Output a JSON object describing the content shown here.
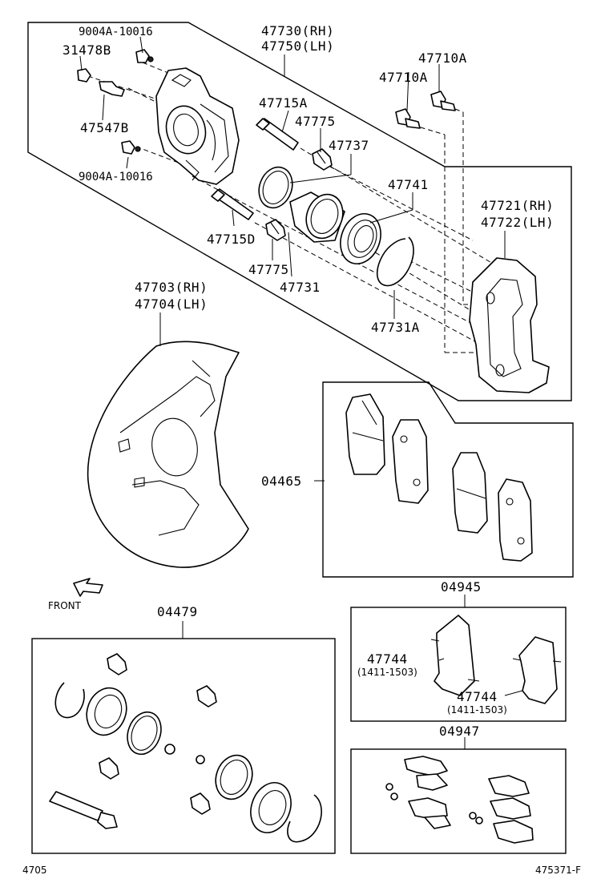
{
  "labels": {
    "p9004a_top": "9004A-10016",
    "p31478b": "31478B",
    "p47547b": "47547B",
    "p9004a_bot": "9004A-10016",
    "p47730": "47730(RH)",
    "p47750": "47750(LH)",
    "p47715a": "47715A",
    "p47775_top": "47775",
    "p47737": "47737",
    "p47710a_a": "47710A",
    "p47710a_b": "47710A",
    "p47741": "47741",
    "p47721": "47721(RH)",
    "p47722": "47722(LH)",
    "p47715d": "47715D",
    "p47775_bot": "47775",
    "p47731": "47731",
    "p47731a": "47731A",
    "p47703": "47703(RH)",
    "p47704": "47704(LH)",
    "p04465": "04465",
    "front": "FRONT",
    "p04479": "04479",
    "p04945": "04945",
    "p47744_a": "47744",
    "p47744_a_note": "(1411-1503)",
    "p47744_b": "47744",
    "p47744_b_note": "(1411-1503)",
    "p04947": "04947",
    "footer_left": "4705",
    "footer_right": "475371-F"
  }
}
